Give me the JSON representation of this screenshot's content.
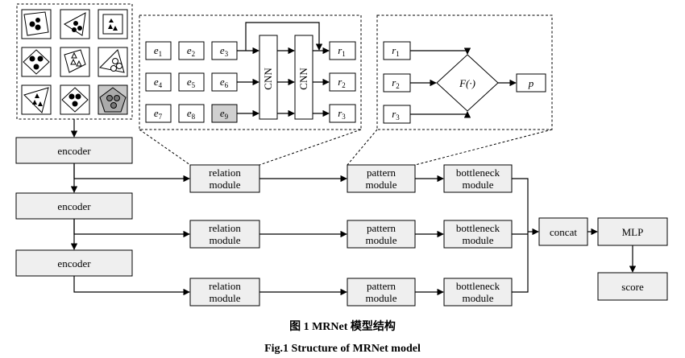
{
  "encoders": [
    "encoder",
    "encoder",
    "encoder"
  ],
  "relation": {
    "line1": "relation",
    "line2": "module"
  },
  "pattern": {
    "line1": "pattern",
    "line2": "module"
  },
  "bottleneck": {
    "line1": "bottleneck",
    "line2": "module"
  },
  "concat": "concat",
  "mlp": "MLP",
  "score": "score",
  "cnn": "CNN",
  "e_base": "e",
  "e_indices": [
    "1",
    "2",
    "3",
    "4",
    "5",
    "6",
    "7",
    "8",
    "9"
  ],
  "r_base": "r",
  "r_indices": [
    "1",
    "2",
    "3"
  ],
  "f_func": "F(·)",
  "p": "p",
  "caption_cn": "图 1    MRNet 模型结构",
  "caption_en": "Fig.1    Structure of MRNet model"
}
